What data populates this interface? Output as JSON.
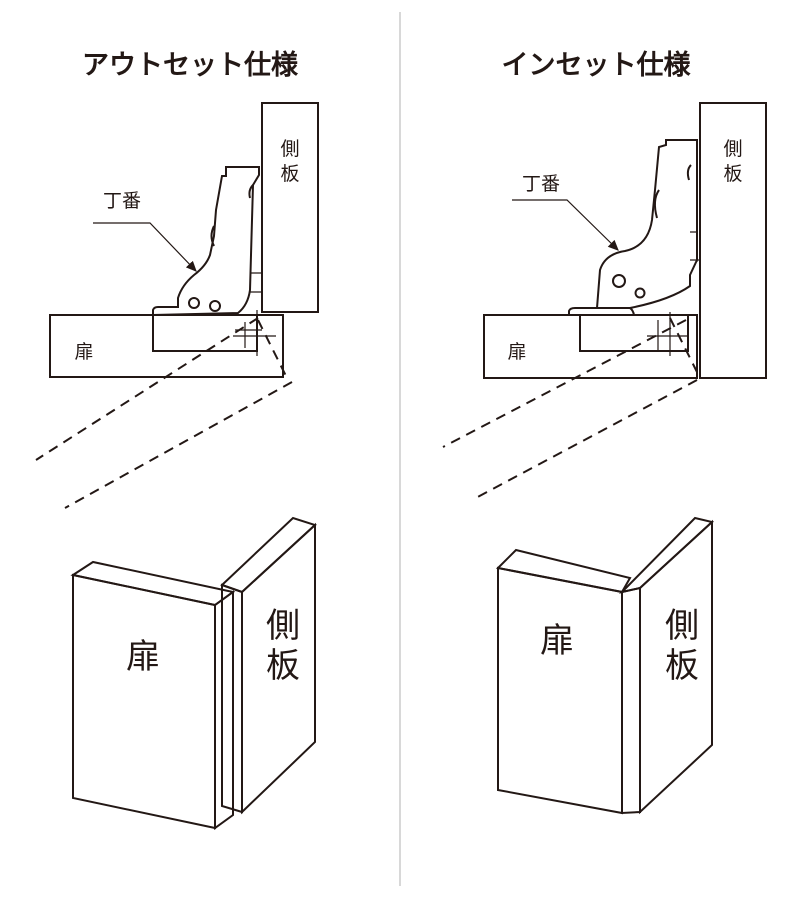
{
  "colors": {
    "door": "#dfbc98",
    "side_panel": "#ababab",
    "side_panel_edge": "#9a9a9a",
    "line": "#231815",
    "divider": "#cccccc"
  },
  "outset": {
    "title": "アウトセット仕様",
    "hinge_label": "丁番",
    "side_panel_label_1": "側",
    "side_panel_label_2": "板",
    "door_label": "扉"
  },
  "inset": {
    "title": "インセット仕様",
    "hinge_label": "丁番",
    "side_panel_label_1": "側",
    "side_panel_label_2": "板",
    "door_label": "扉"
  }
}
